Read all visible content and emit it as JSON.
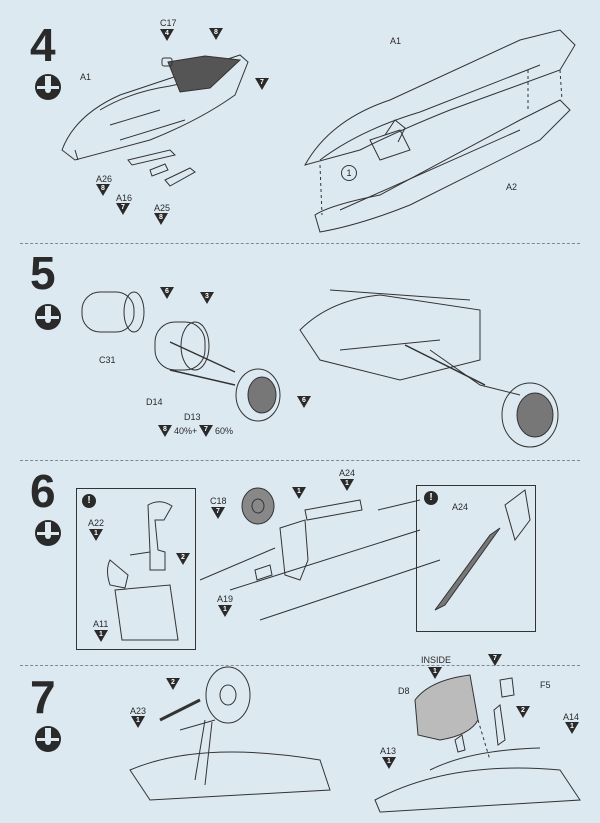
{
  "steps": [
    {
      "number": "4"
    },
    {
      "number": "5"
    },
    {
      "number": "6"
    },
    {
      "number": "7"
    }
  ],
  "step4": {
    "labels": {
      "c17": "C17",
      "a1_left": "A1",
      "a26": "A26",
      "a16": "A16",
      "a25": "A25",
      "a1_right": "A1",
      "a2": "A2",
      "sub1": "1"
    },
    "paint": {
      "c17": "4",
      "canopy_top": "8",
      "canopy_side": "7",
      "a26": "8",
      "a16": "7",
      "a25": "8"
    }
  },
  "step5": {
    "labels": {
      "c31": "C31",
      "d14": "D14",
      "d13": "D13"
    },
    "paint": {
      "c31": "6",
      "d14": "3",
      "d13": "6",
      "mix_a": "8",
      "mix_b": "7"
    },
    "mix_text": {
      "a": "40%+",
      "b": "60%"
    }
  },
  "step6": {
    "labels": {
      "a22": "A22",
      "a11": "A11",
      "c18": "C18",
      "a24_top": "A24",
      "a19": "A19",
      "a24_inset": "A24"
    },
    "paint": {
      "a22": "1",
      "a22_b": "2",
      "a11": "1",
      "c18": "7",
      "c18_b": "1",
      "a24_top": "1",
      "a19": "1"
    },
    "notes": {
      "left": "!",
      "right": "!"
    }
  },
  "step7": {
    "labels": {
      "a23": "A23",
      "inside": "INSIDE",
      "d8": "D8",
      "f5": "F5",
      "a14": "A14",
      "a13": "A13"
    },
    "paint": {
      "top2": "2",
      "a23": "1",
      "inside": "1",
      "f5": "7",
      "d8_b": "2",
      "a14": "1",
      "a13": "1"
    }
  }
}
